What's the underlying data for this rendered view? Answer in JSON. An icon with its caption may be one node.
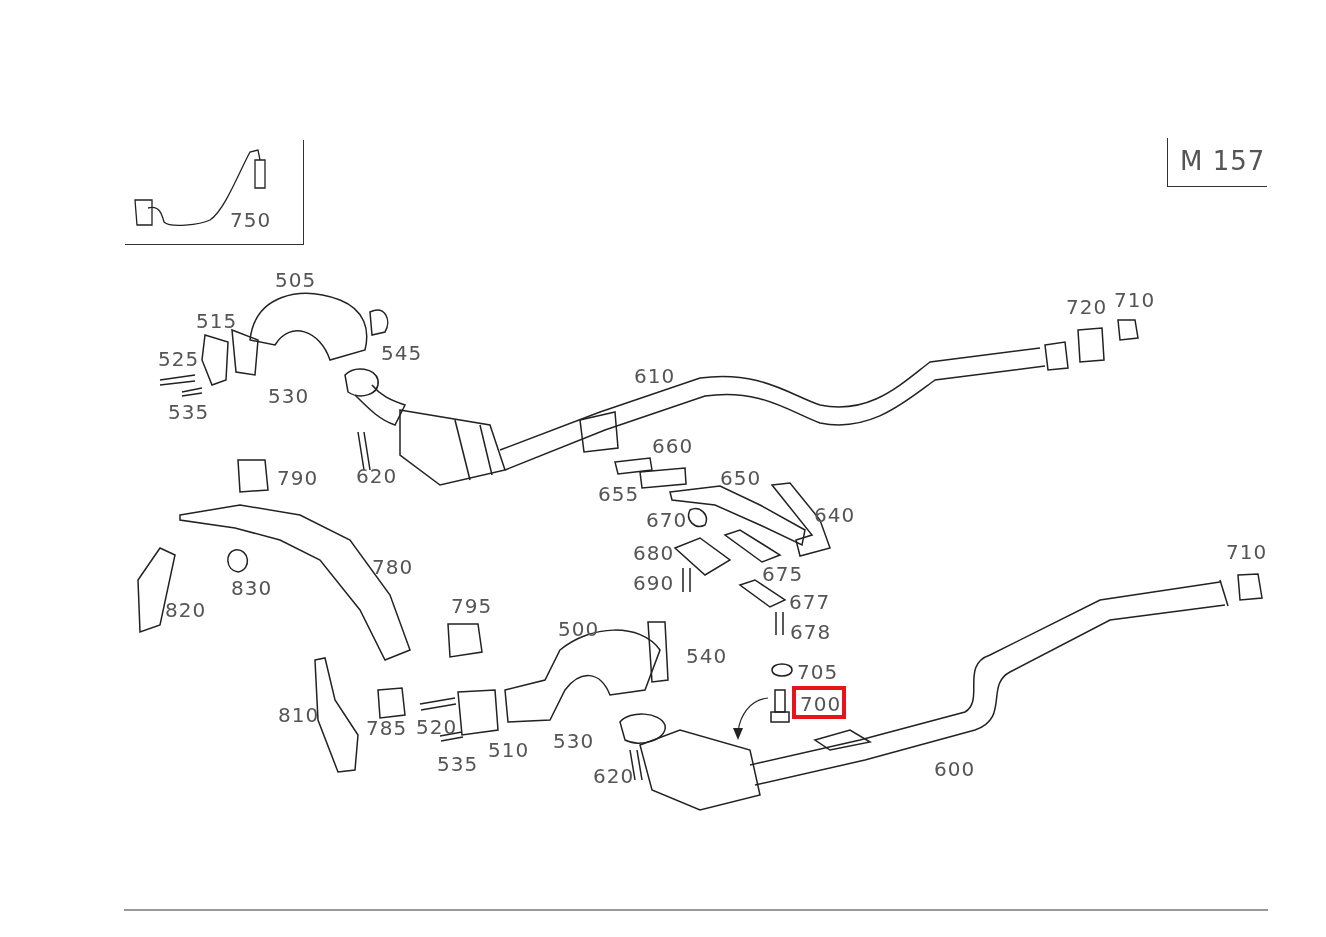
{
  "diagram": {
    "nodes": [
      {
        "text": [
          "750"
        ]
      },
      {
        "text": [
          "M 157"
        ]
      },
      {
        "text": [
          "700"
        ]
      }
    ],
    "labels": [
      "505",
      "720",
      "710",
      "515",
      "545",
      "525",
      "610",
      "530",
      "535",
      "660",
      "620",
      "790",
      "650",
      "655",
      "670",
      "640",
      "680",
      "675",
      "690",
      "780",
      "677",
      "710",
      "830",
      "820",
      "795",
      "678",
      "500",
      "540",
      "705",
      "810",
      "785",
      "520",
      "530",
      "510",
      "535",
      "620",
      "600"
    ]
  }
}
